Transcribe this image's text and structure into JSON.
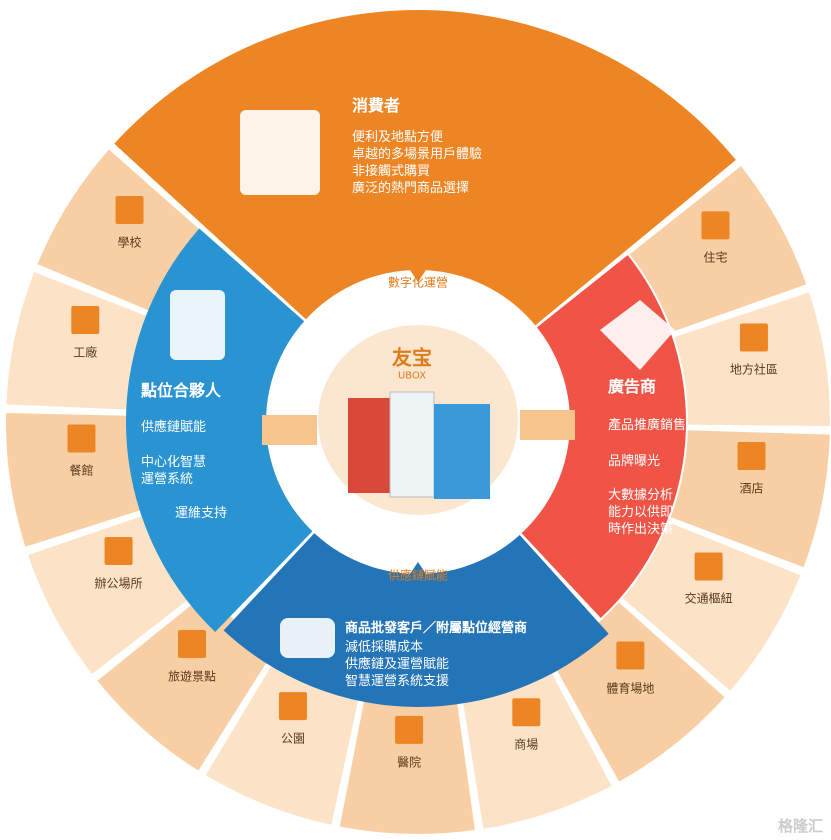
{
  "colors": {
    "orange": "#ee8524",
    "red": "#ef5446",
    "blue_left": "#2a93d1",
    "blue_bottom": "#2474b8",
    "petal_a": "#f8cfa4",
    "petal_b": "#fce3c8"
  },
  "consumer": {
    "title": "消費者",
    "lines": [
      "便利及地點方便",
      "卓越的多場景用戶體驗",
      "非接觸式購買",
      "廣泛的熱門商品選擇"
    ],
    "icon": "cash-hand-icon"
  },
  "partner": {
    "title": "點位合夥人",
    "lines": [
      "供應鏈賦能",
      "中心化智慧",
      "運營系統",
      "運維支持"
    ],
    "icon": "businessman-icon"
  },
  "advertiser": {
    "title": "廣告商",
    "lines": [
      "產品推廣銷售",
      "品牌曝光",
      "大數據分析",
      "能力以供即",
      "時作出決策"
    ],
    "icon": "tag-icon"
  },
  "wholesale": {
    "title": "商品批發客戶／附屬點位經營商",
    "lines": [
      "減低採購成本",
      "供應鏈及運營賦能",
      "智慧運營系統支援"
    ],
    "icon": "handshake-icon"
  },
  "center": {
    "top_label": "數字化運營",
    "bottom_label": "供應鏈賦能",
    "logo_cn": "友宝",
    "logo_en": "UBOX"
  },
  "scenes": [
    "住宅",
    "地方社區",
    "酒店",
    "交通樞紐",
    "體育場地",
    "商場",
    "醫院",
    "公園",
    "旅遊景點",
    "辦公場所",
    "餐館",
    "工廠",
    "學校"
  ],
  "watermark": "格隆汇"
}
